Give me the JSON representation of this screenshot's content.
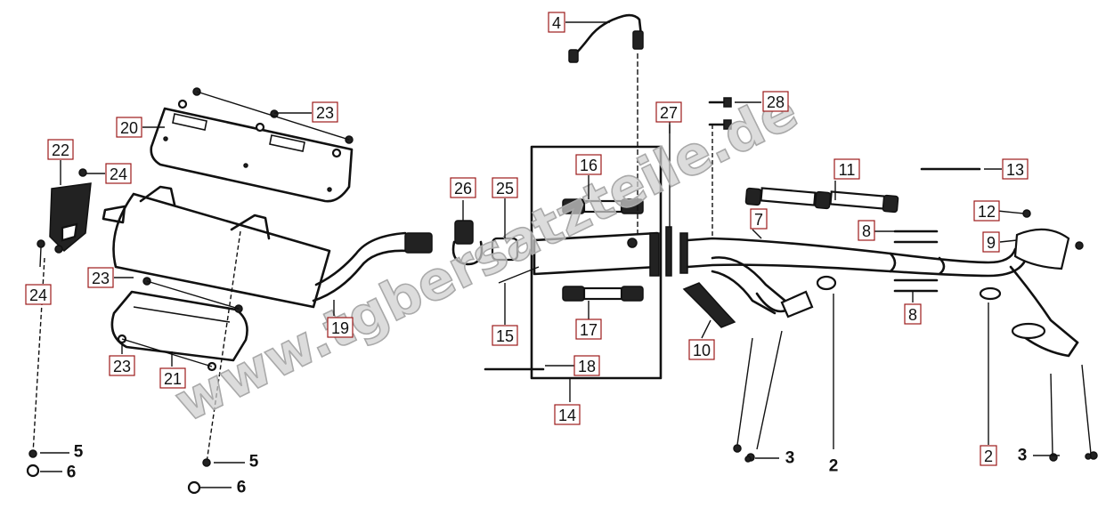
{
  "watermark": "www.tgbersatzteile.de",
  "callouts": [
    {
      "id": "label-4",
      "text": "4"
    },
    {
      "id": "label-20",
      "text": "20"
    },
    {
      "id": "label-23-top",
      "text": "23"
    },
    {
      "id": "label-22",
      "text": "22"
    },
    {
      "id": "label-24-top",
      "text": "24"
    },
    {
      "id": "label-24-left",
      "text": "24"
    },
    {
      "id": "label-23-mid",
      "text": "23"
    },
    {
      "id": "label-23-bottom",
      "text": "23"
    },
    {
      "id": "label-21",
      "text": "21"
    },
    {
      "id": "label-19",
      "text": "19"
    },
    {
      "id": "label-26",
      "text": "26"
    },
    {
      "id": "label-25",
      "text": "25"
    },
    {
      "id": "label-16",
      "text": "16"
    },
    {
      "id": "label-15",
      "text": "15"
    },
    {
      "id": "label-17",
      "text": "17"
    },
    {
      "id": "label-18",
      "text": "18"
    },
    {
      "id": "label-14",
      "text": "14"
    },
    {
      "id": "label-27",
      "text": "27"
    },
    {
      "id": "label-28",
      "text": "28"
    },
    {
      "id": "label-11",
      "text": "11"
    },
    {
      "id": "label-13",
      "text": "13"
    },
    {
      "id": "label-7",
      "text": "7"
    },
    {
      "id": "label-8-top",
      "text": "8"
    },
    {
      "id": "label-8-bottom",
      "text": "8"
    },
    {
      "id": "label-12",
      "text": "12"
    },
    {
      "id": "label-9",
      "text": "9"
    },
    {
      "id": "label-10",
      "text": "10"
    },
    {
      "id": "label-2-right",
      "text": "2"
    }
  ],
  "plain_labels": [
    {
      "id": "label-5-left",
      "text": "5"
    },
    {
      "id": "label-6-left",
      "text": "6"
    },
    {
      "id": "label-5-mid",
      "text": "5"
    },
    {
      "id": "label-6-mid",
      "text": "6"
    },
    {
      "id": "label-3-left",
      "text": "3"
    },
    {
      "id": "label-2-mid",
      "text": "2"
    },
    {
      "id": "label-3-right",
      "text": "3"
    }
  ]
}
